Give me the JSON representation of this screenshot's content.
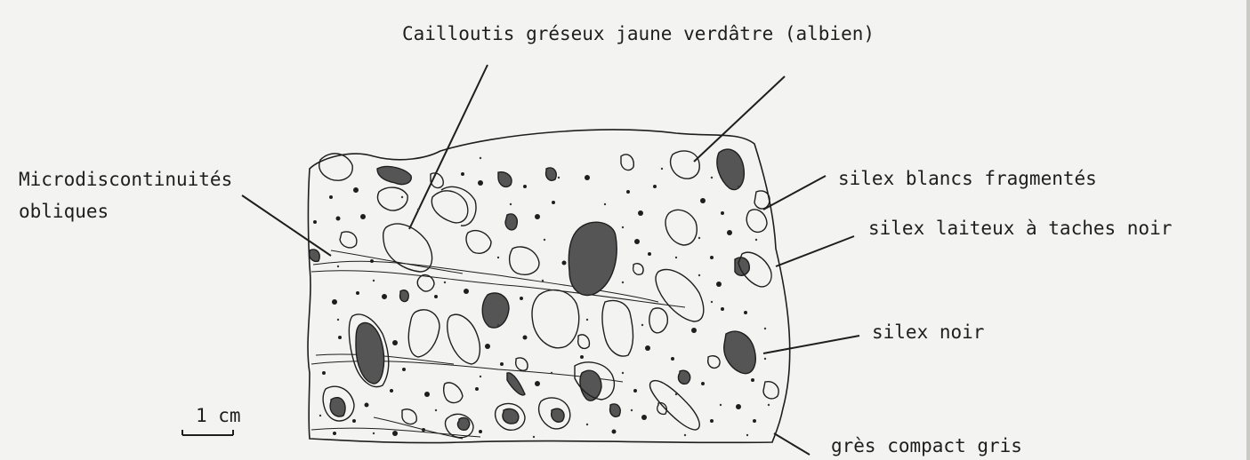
{
  "labels": {
    "title": "Cailloutis gréseux jaune verdâtre (albien)",
    "micro_line1": "Microdiscontinuités",
    "micro_line2": "obliques",
    "silex_blancs": "silex blancs fragmentés",
    "silex_laiteux": "silex laiteux à taches noir",
    "silex_noir": "silex noir",
    "gres": "grès compact gris",
    "scale": "1 cm"
  },
  "colors": {
    "ink": "#1e1e1e",
    "fill_dark": "#555555",
    "paper": "#f3f3f1"
  }
}
